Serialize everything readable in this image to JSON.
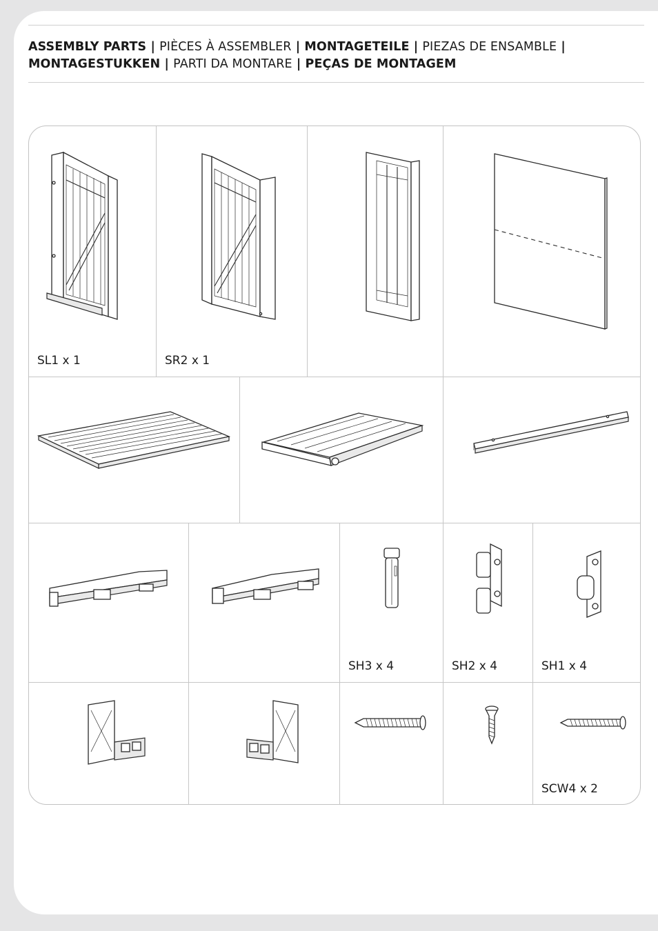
{
  "heading": {
    "part1": "ASSEMBLY PARTS",
    "sep1": " | ",
    "part2": "PIÈCES À ASSEMBLER",
    "sep2": " | ",
    "part3": "MONTAGETEILE",
    "sep3": " | ",
    "part4": "PIEZAS DE ENSAMBLE",
    "sep4": " |",
    "part5": "MONTAGESTUKKEN",
    "sep5": " | ",
    "part6": "PARTI DA MONTARE",
    "sep6": " | ",
    "part7": "PEÇAS DE MONTAGEM"
  },
  "parts": {
    "sl1": "SL1 x 1",
    "sr2": "SR2 x 1",
    "sh3": "SH3 x 4",
    "sh2": "SH2 x 4",
    "sh1": "SH1 x 4",
    "scw4": "SCW4 x 2"
  }
}
